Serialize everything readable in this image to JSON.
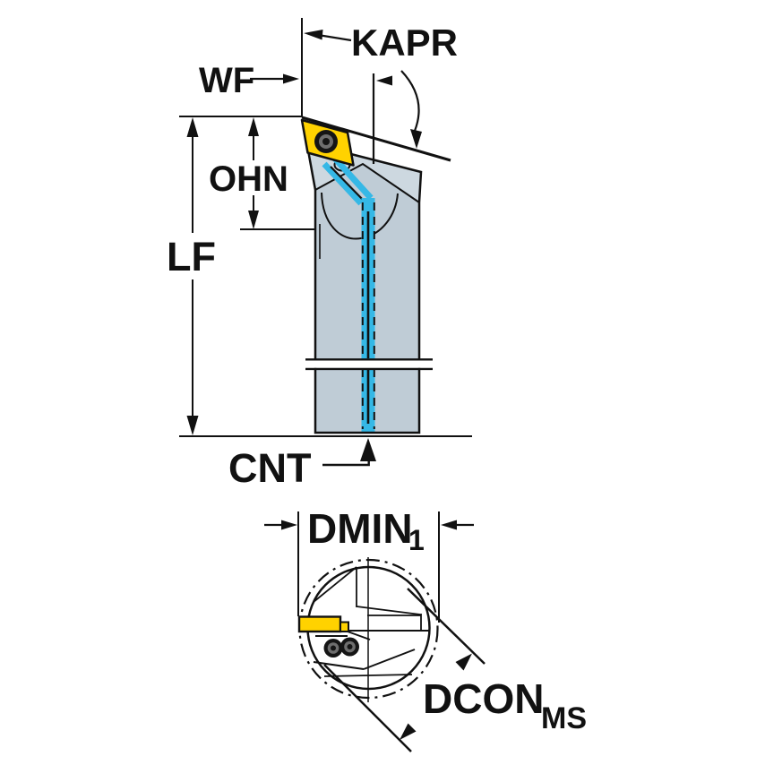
{
  "diagram": {
    "type": "technical-dimension-drawing",
    "labels": {
      "kapr": "KAPR",
      "wf": "WF",
      "ohn": "OHN",
      "lf": "LF",
      "cnt": "CNT",
      "dmin": "DMIN",
      "dmin_sub": "1",
      "dcon": "DCON",
      "dcon_sub": "MS"
    },
    "colors": {
      "body": "#bfccd6",
      "body_light": "#cdd8e0",
      "insert": "#ffd200",
      "coolant": "#35b8e6",
      "line": "#111111",
      "screw_dark": "#151515",
      "screw_mid": "#6e6e6e",
      "background": "#ffffff"
    }
  }
}
